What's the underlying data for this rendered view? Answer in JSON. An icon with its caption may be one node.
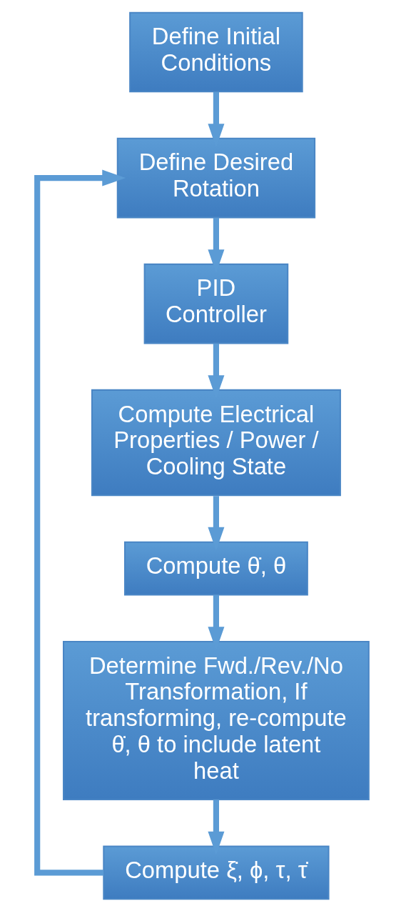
{
  "diagram": {
    "nodes": [
      {
        "text": [
          "Define Initial Conditions"
        ]
      },
      {
        "text": [
          "Define Desired Rotation"
        ]
      },
      {
        "text": [
          "PID Controller"
        ]
      },
      {
        "text": [
          "Compute Electrical Properties / Power / Cooling State"
        ]
      },
      {
        "text": [
          "Compute θ̇, θ"
        ]
      },
      {
        "text": [
          "Determine Fwd./Rev./No Transformation, If transforming, re-compute θ̇, θ to include latent heat"
        ]
      },
      {
        "text": [
          "Compute ξ̇, ϕ, τ, τ̇"
        ]
      }
    ],
    "edges": [
      {
        "from": 0,
        "to": 1,
        "arrow": "to"
      },
      {
        "from": 1,
        "to": 2,
        "arrow": "to"
      },
      {
        "from": 2,
        "to": 3,
        "arrow": "to"
      },
      {
        "from": 3,
        "to": 4,
        "arrow": "to"
      },
      {
        "from": 4,
        "to": 5,
        "arrow": "to"
      },
      {
        "from": 5,
        "to": 6,
        "arrow": "to"
      },
      {
        "from": 6,
        "to": 1,
        "arrow": "to"
      }
    ]
  }
}
